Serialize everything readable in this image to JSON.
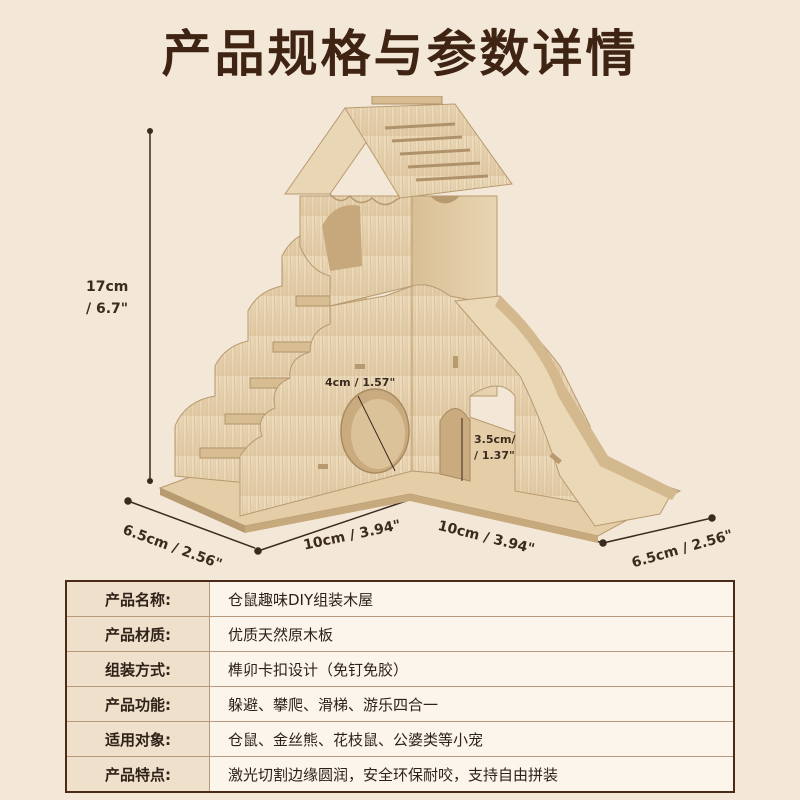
{
  "title": "产品规格与参数详情",
  "dimensions": {
    "height": "17cm\n/ 6.7\"",
    "height_line1": "17cm",
    "height_line2": "/ 6.7\"",
    "left_depth": "6.5cm / 2.56\"",
    "front_left_width": "10cm / 3.94\"",
    "front_right_width": "10cm / 3.94\"",
    "right_depth": "6.5cm / 2.56\"",
    "hole_large": "4cm / 1.57\"",
    "hole_small_line1": "3.5cm/",
    "hole_small_line2": "/ 1.37\""
  },
  "specs": [
    {
      "key": "产品名称:",
      "value": "仓鼠趣味DIY组装木屋"
    },
    {
      "key": "产品材质:",
      "value": "优质天然原木板"
    },
    {
      "key": "组装方式:",
      "value": "榫卯卡扣设计（免钉免胶）"
    },
    {
      "key": "产品功能:",
      "value": "躲避、攀爬、滑梯、游乐四合一"
    },
    {
      "key": "适用对象:",
      "value": "仓鼠、金丝熊、花枝鼠、公婆类等小宠"
    },
    {
      "key": "产品特点:",
      "value": "激光切割边缘圆润，安全环保耐咬，支持自由拼装"
    }
  ],
  "colors": {
    "background": "#f3e7d7",
    "title": "#3f2413",
    "wood": "#e9d6b4",
    "wood_dark": "#c9ae85",
    "table_border": "#4a2b18"
  }
}
